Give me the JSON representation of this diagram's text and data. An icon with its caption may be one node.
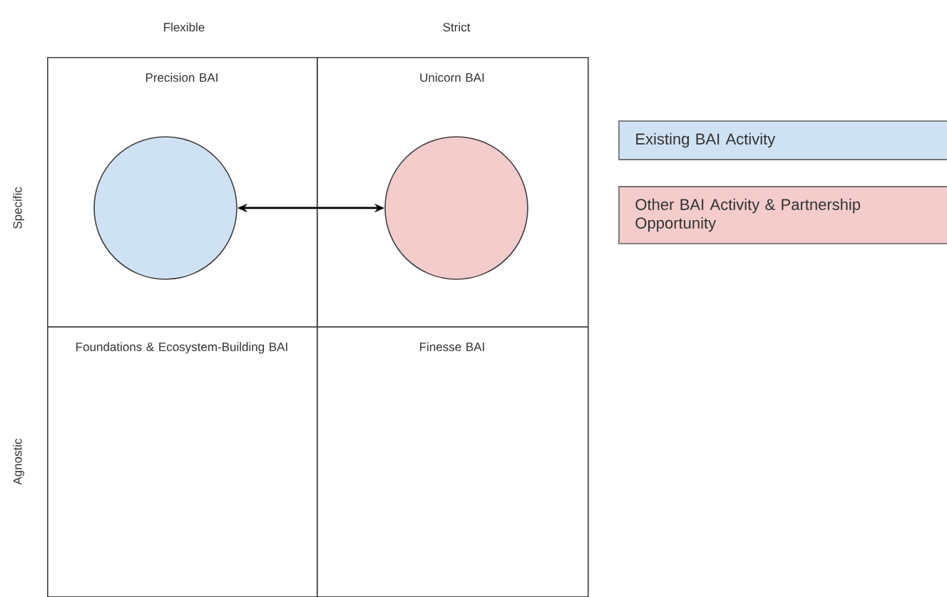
{
  "diagram": {
    "nodes": [
      {
        "text": [
          "Precision BAI"
        ]
      },
      {
        "text": [
          "Unicorn BAI"
        ]
      },
      {
        "text": [
          "Foundations & Ecosystem-Building BAI"
        ]
      },
      {
        "text": [
          "Finesse BAI"
        ]
      },
      {
        "text": [],
        "shape": "circle",
        "in": 0
      },
      {
        "text": [],
        "shape": "circle",
        "in": 1
      }
    ],
    "edges": [
      {
        "from": 4,
        "to": 5,
        "arrow": "both"
      }
    ],
    "labels": [
      "Flexible",
      "Strict",
      "Specific",
      "Agnostic"
    ],
    "legend": [
      {
        "text": "Existing BAI Activity",
        "color": "#cfe2f3"
      },
      {
        "text": "Other BAI Activity & Partnership Opportunity",
        "color": "#f4cccc"
      }
    ]
  }
}
